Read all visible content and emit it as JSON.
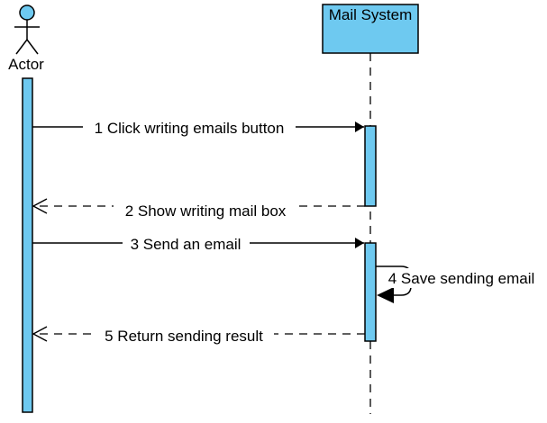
{
  "diagram": {
    "type": "sequence",
    "actor": {
      "label": "Actor",
      "color": "#6ec9f0"
    },
    "system": {
      "label": "Mail System",
      "color": "#6ec9f0"
    },
    "messages": [
      {
        "label": "1 Click writing emails button",
        "kind": "sync",
        "from": "Actor",
        "to": "Mail System"
      },
      {
        "label": "2 Show writing mail box",
        "kind": "return",
        "from": "Mail System",
        "to": "Actor"
      },
      {
        "label": "3 Send an email",
        "kind": "sync",
        "from": "Actor",
        "to": "Mail System"
      },
      {
        "label": "4 Save sending email",
        "kind": "self",
        "from": "Mail System",
        "to": "Mail System"
      },
      {
        "label": "5 Return sending result",
        "kind": "return",
        "from": "Mail System",
        "to": "Actor"
      }
    ],
    "colors": {
      "lifeline_fill": "#6ec9f0",
      "stroke": "#000000"
    }
  }
}
